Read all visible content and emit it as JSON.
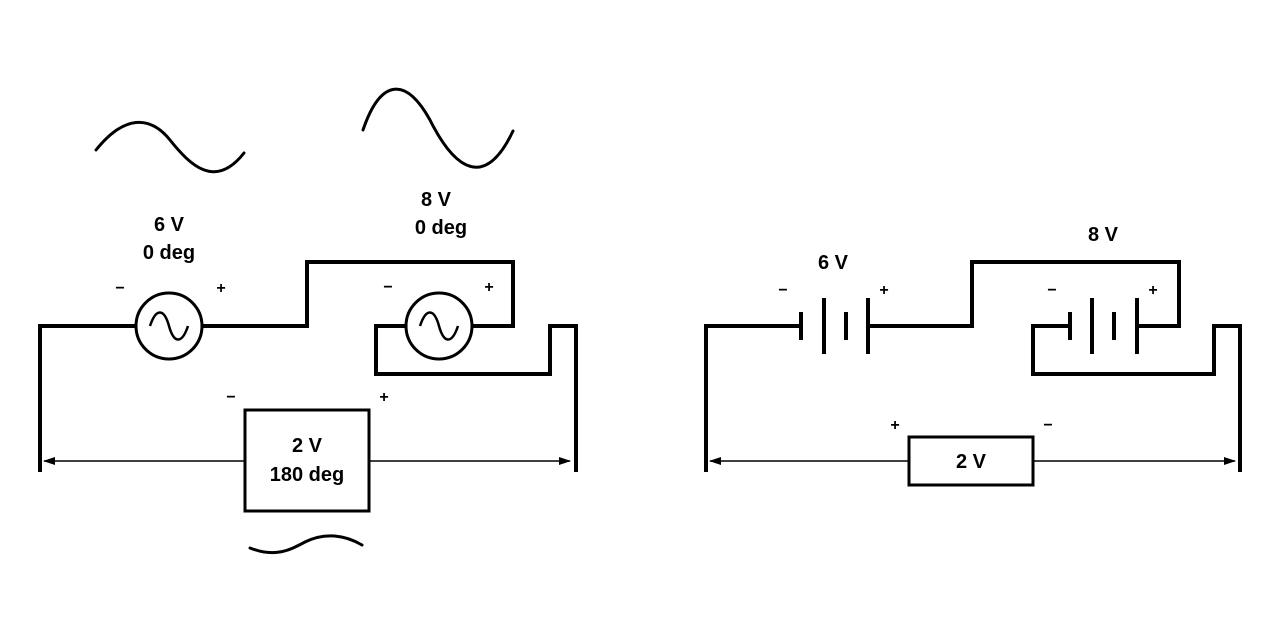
{
  "ac_circuit": {
    "source1": {
      "voltage": "6 V",
      "phase": "0 deg",
      "minus": "−",
      "plus": "+"
    },
    "source2": {
      "voltage": "8 V",
      "phase": "0 deg",
      "minus": "−",
      "plus": "+"
    },
    "meter": {
      "voltage": "2 V",
      "phase": "180 deg",
      "minus": "−",
      "plus": "+"
    }
  },
  "dc_circuit": {
    "battery1": {
      "voltage": "6 V",
      "minus": "−",
      "plus": "+"
    },
    "battery2": {
      "voltage": "8 V",
      "minus": "−",
      "plus": "+"
    },
    "meter": {
      "voltage": "2 V",
      "minus": "−",
      "plus": "+"
    }
  },
  "icons": [
    "sine-wave-icon",
    "ac-source-icon",
    "battery-icon",
    "arrow-icon"
  ]
}
